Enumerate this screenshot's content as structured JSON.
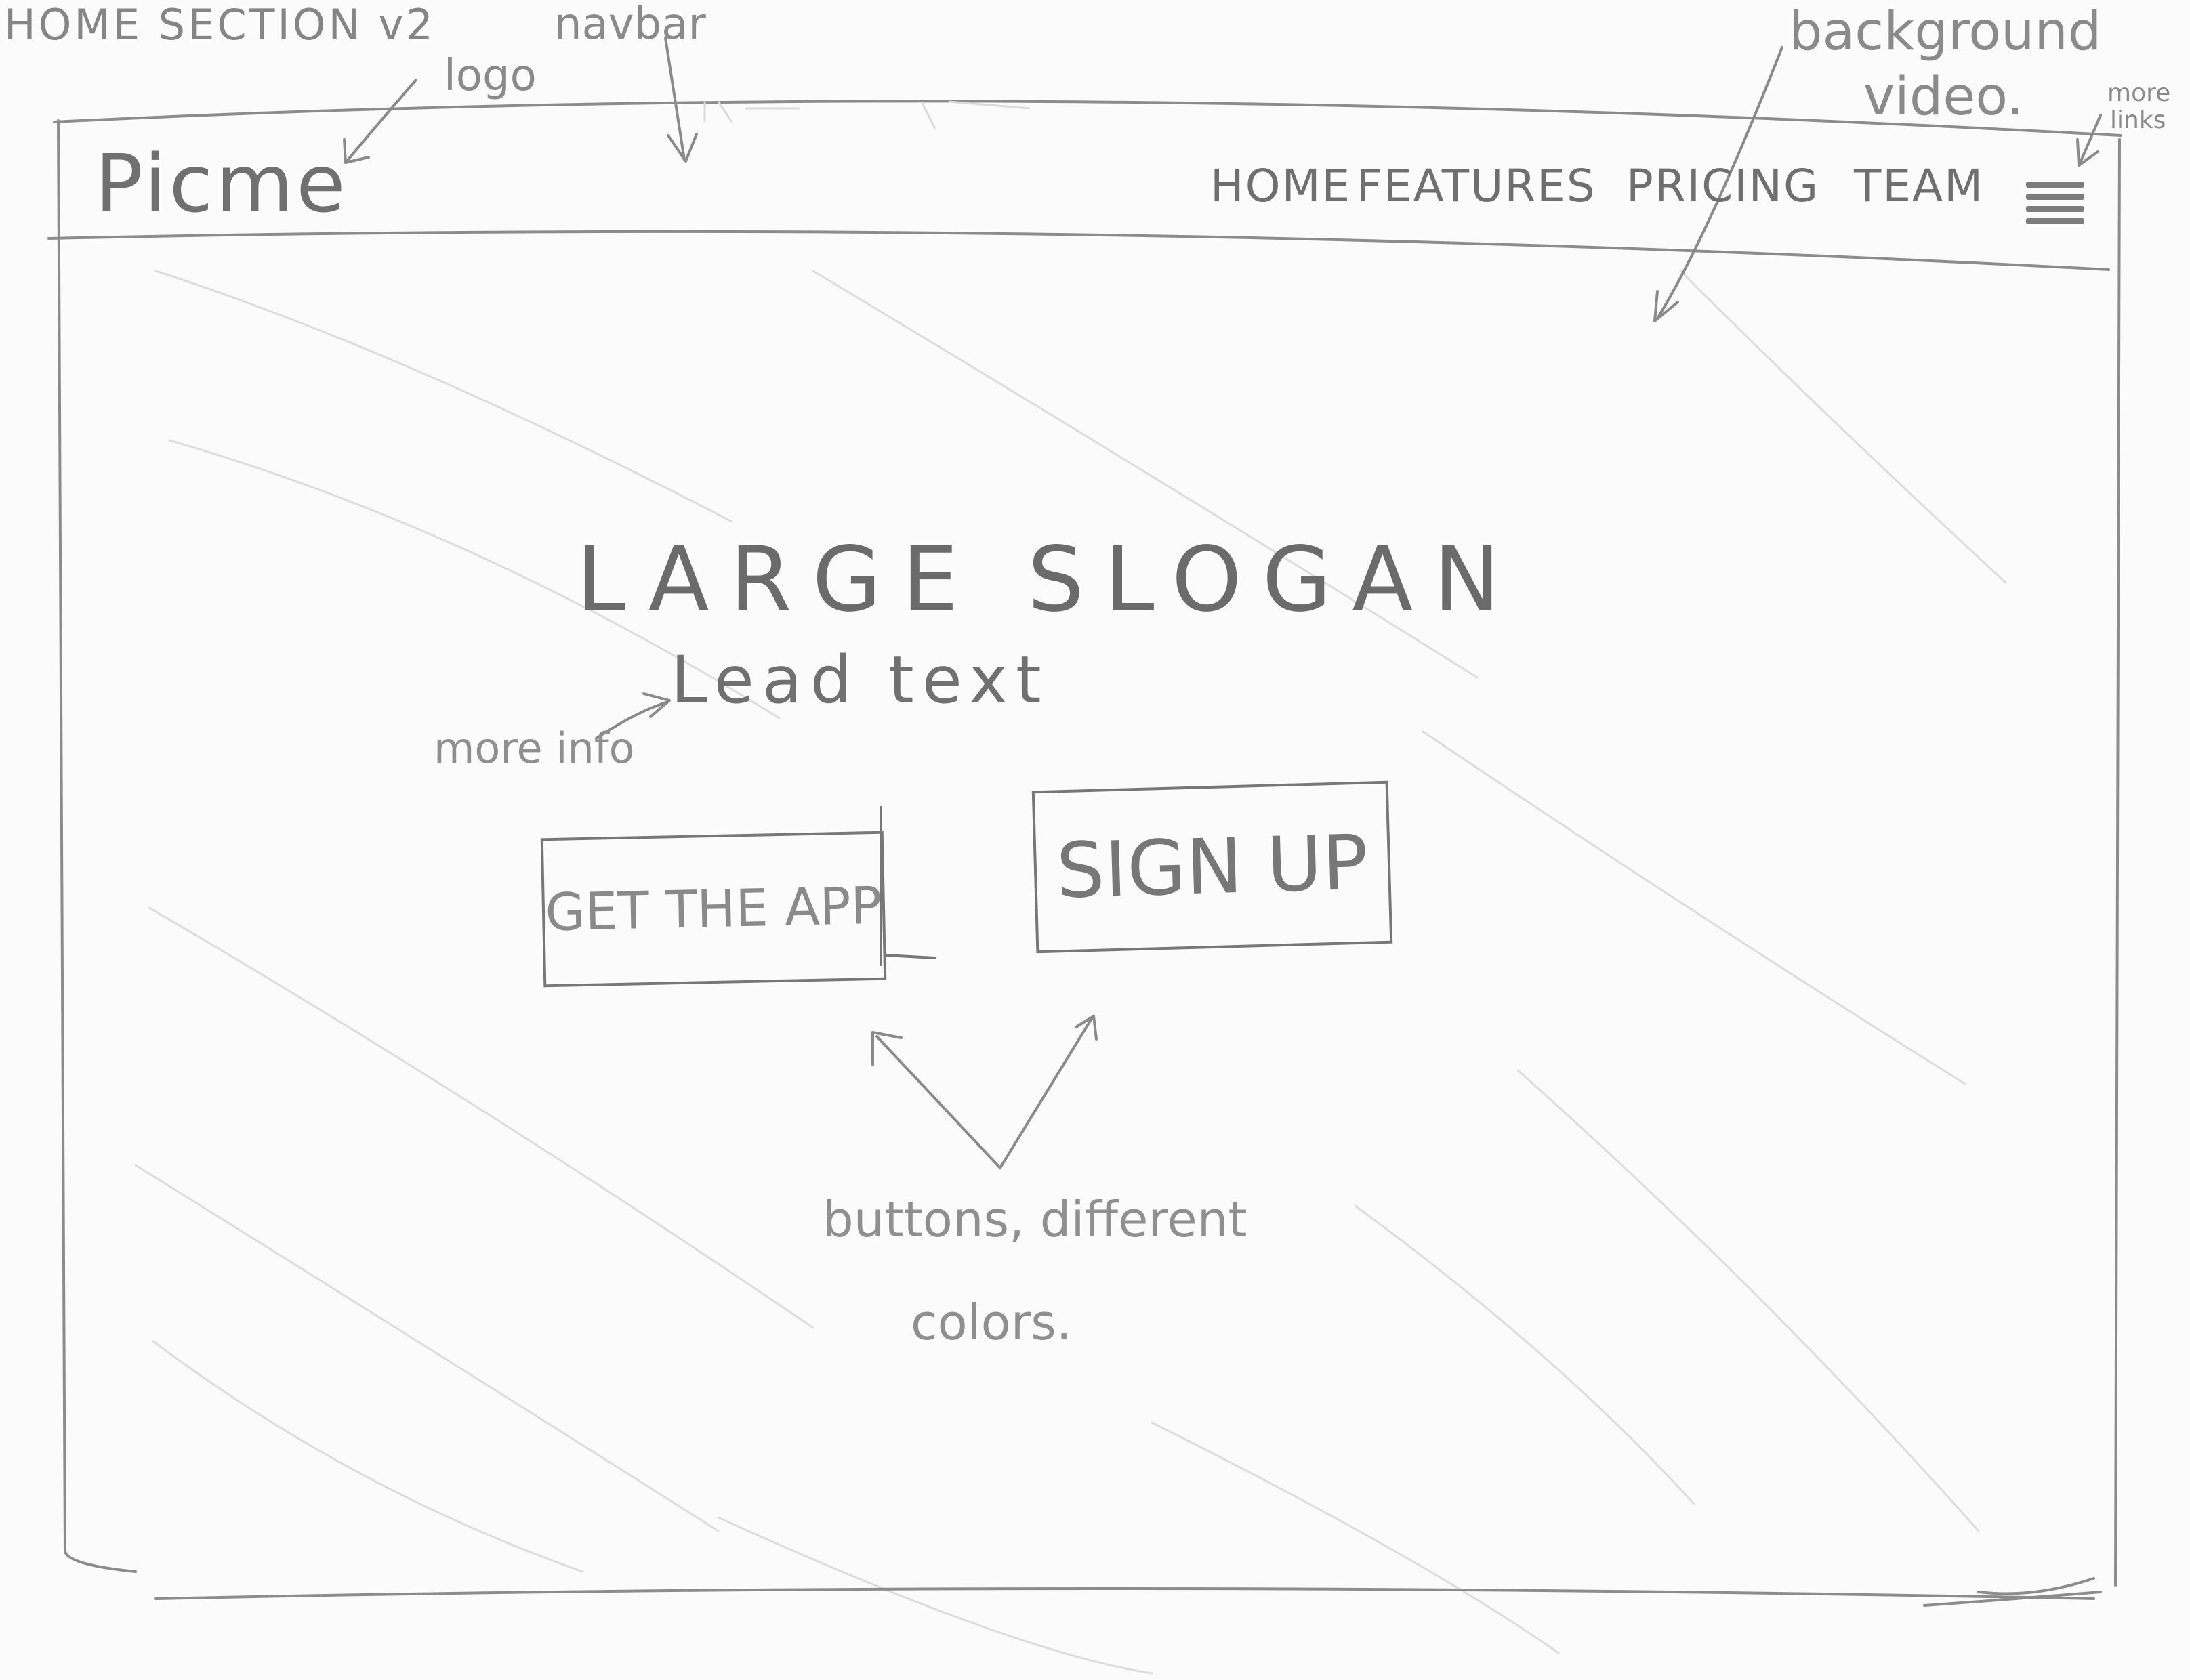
{
  "annotations": {
    "title": "HOME SECTION v2",
    "navbar": "navbar",
    "logo": "logo",
    "background_video_line1": "background",
    "background_video_line2": "video.",
    "more_links_line1": "more",
    "more_links_line2": "links",
    "more_info": "more info",
    "buttons_note": "buttons, different",
    "colors_note": "colors."
  },
  "navbar": {
    "logo": "Picme",
    "links": [
      "HOME",
      "FEATURES",
      "PRICING",
      "TEAM"
    ],
    "menu_icon": "hamburger-icon"
  },
  "hero": {
    "slogan": "LARGE SLOGAN",
    "lead": "Lead text",
    "buttons": [
      {
        "label": "GET THE APP"
      },
      {
        "label": "SIGN UP"
      }
    ]
  },
  "colors": {
    "pencil": "#777777",
    "pencil_light": "#c8c8c8",
    "paper": "#fbfbfb"
  }
}
